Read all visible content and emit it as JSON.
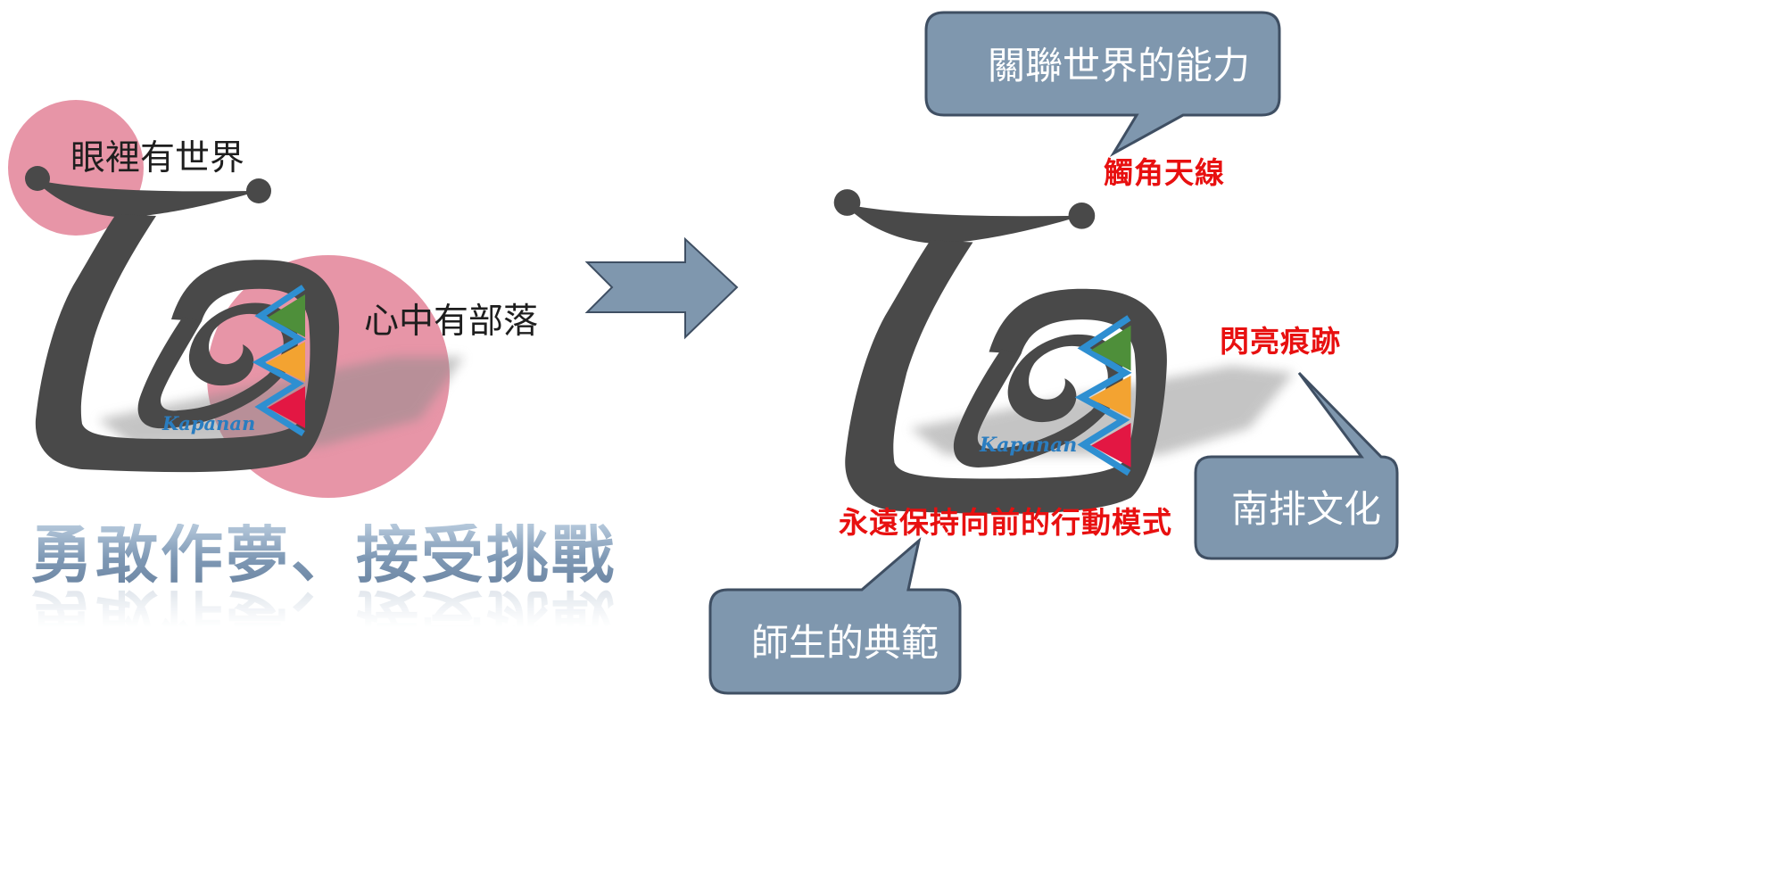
{
  "left": {
    "eyes_label": "眼裡有世界",
    "heart_label": "心中有部落",
    "slogan": "勇敢作夢、接受挑戰",
    "logo_text": "Kapanan"
  },
  "right": {
    "logo_text": "Kapanan",
    "antenna_label": "觸角天線",
    "trail_label": "閃亮痕跡",
    "forward_label": "永遠保持向前的行動模式",
    "callouts": {
      "top": "關聯世界的能力",
      "right": "南排文化",
      "bottom": "師生的典範"
    }
  },
  "colors": {
    "circle_pink": "#e795a7",
    "snail_dark": "#494949",
    "callout_fill": "#7f97ae",
    "callout_border": "#3f4f63",
    "arrow_fill": "#7f97ae",
    "red_text": "#e81010",
    "zigzag_blue": "#2e8fd1",
    "tri_green": "#4e8f3a",
    "tri_orange": "#f3a331",
    "tri_red": "#e31743"
  },
  "icons": {
    "snail": "snail-logo-icon",
    "arrow": "right-arrow-icon"
  }
}
